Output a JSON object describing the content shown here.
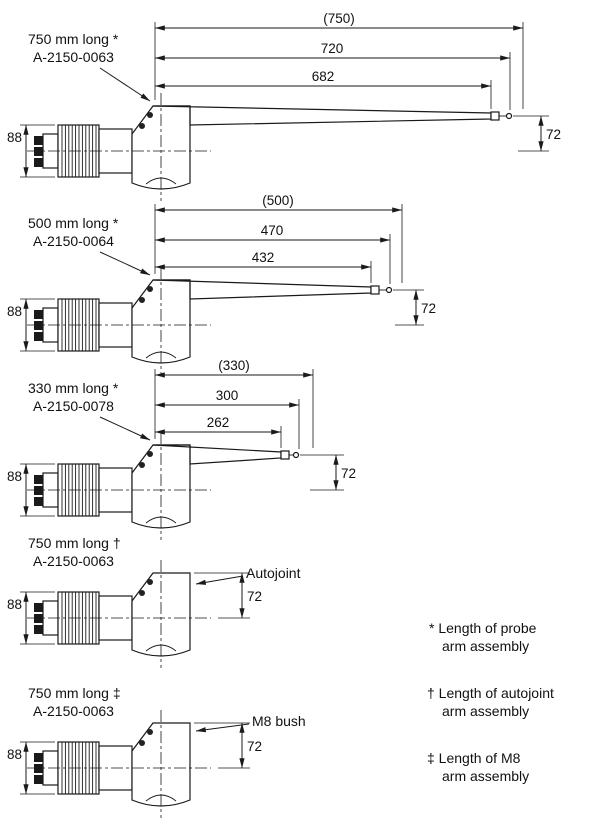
{
  "figure": {
    "background": "#ffffff",
    "line_color": "#1a1a1a"
  },
  "assemblies": [
    {
      "name": "probe-arm-750",
      "label": "750 mm long *",
      "part_number": "A-2150-0063",
      "dims": {
        "overall": "(750)",
        "to_stylus": "720",
        "to_arm_end": "682",
        "body_height": "88",
        "drop": "72"
      }
    },
    {
      "name": "probe-arm-500",
      "label": "500 mm long *",
      "part_number": "A-2150-0064",
      "dims": {
        "overall": "(500)",
        "to_stylus": "470",
        "to_arm_end": "432",
        "body_height": "88",
        "drop": "72"
      }
    },
    {
      "name": "probe-arm-330",
      "label": "330 mm long *",
      "part_number": "A-2150-0078",
      "dims": {
        "overall": "(330)",
        "to_stylus": "300",
        "to_arm_end": "262",
        "body_height": "88",
        "drop": "72"
      }
    },
    {
      "name": "autojoint-arm-750",
      "label": "750 mm long †",
      "part_number": "A-2150-0063",
      "callout": "Autojoint",
      "dims": {
        "body_height": "88",
        "drop": "72"
      }
    },
    {
      "name": "m8-arm-750",
      "label": "750 mm long ‡",
      "part_number": "A-2150-0063",
      "callout": "M8 bush",
      "dims": {
        "body_height": "88",
        "drop": "72"
      }
    }
  ],
  "legend": [
    {
      "line1": "* Length of probe",
      "line2": "arm assembly"
    },
    {
      "line1": "† Length of autojoint",
      "line2": "arm assembly"
    },
    {
      "line1": "‡ Length of M8",
      "line2": "arm assembly"
    }
  ]
}
